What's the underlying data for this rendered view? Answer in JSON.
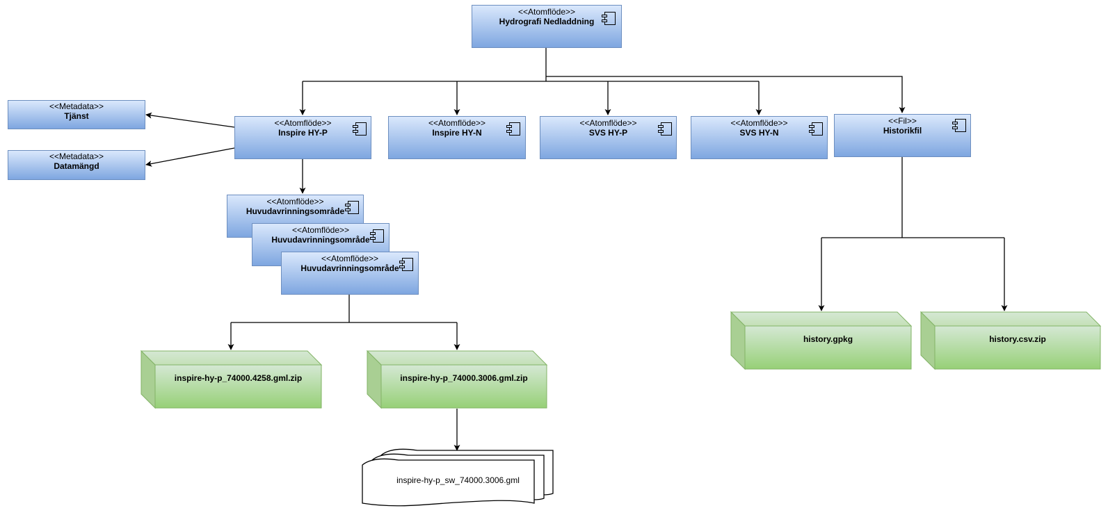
{
  "root": {
    "stereotype": "<<Atomflöde>>",
    "name": "Hydrografi Nedladdning"
  },
  "metadata": [
    {
      "stereotype": "<<Metadata>>",
      "name": "Tjänst"
    },
    {
      "stereotype": "<<Metadata>>",
      "name": "Datamängd"
    }
  ],
  "feeds": [
    {
      "stereotype": "<<Atomflöde>>",
      "name": "Inspire HY-P"
    },
    {
      "stereotype": "<<Atomflöde>>",
      "name": "Inspire HY-N"
    },
    {
      "stereotype": "<<Atomflöde>>",
      "name": "SVS HY-P"
    },
    {
      "stereotype": "<<Atomflöde>>",
      "name": "SVS HY-N"
    },
    {
      "stereotype": "<<Fil>>",
      "name": "Historikfil"
    }
  ],
  "subfeeds": [
    {
      "stereotype": "<<Atomflöde>>",
      "name": "Huvudavrinningsområde"
    },
    {
      "stereotype": "<<Atomflöde>>",
      "name": "Huvudavrinningsområde"
    },
    {
      "stereotype": "<<Atomflöde>>",
      "name": "Huvudavrinningsområde"
    }
  ],
  "files": [
    {
      "name": "inspire-hy-p_74000.4258.gml.zip"
    },
    {
      "name": "inspire-hy-p_74000.3006.gml.zip"
    },
    {
      "name": "history.gpkg"
    },
    {
      "name": "history.csv.zip"
    }
  ],
  "document": {
    "name": "inspire-hy-p_sw_74000.3006.gml"
  },
  "colors": {
    "component_fill_top": "#dae8fc",
    "component_fill_bottom": "#7ea6e0",
    "component_stroke": "#6c8ebf",
    "file_fill_top": "#d5e8d4",
    "file_fill_bottom": "#97d077",
    "file_stroke": "#82b366"
  }
}
